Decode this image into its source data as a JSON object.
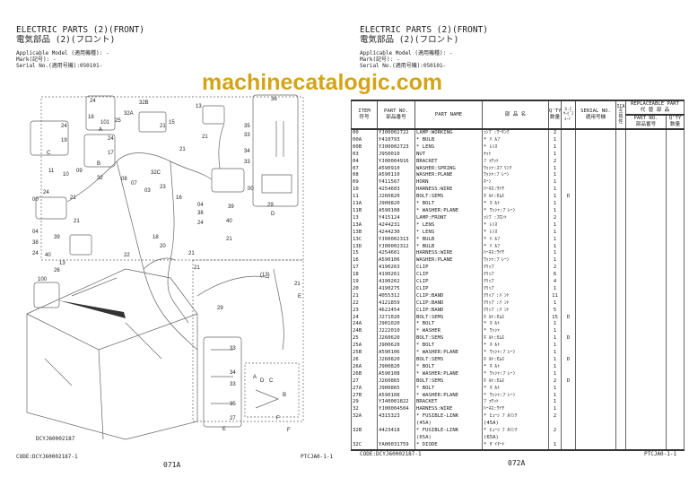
{
  "left_page": {
    "title_en": "ELECTRIC PARTS (2)(FRONT)",
    "title_jp": "電気部品 (2)(フロント)",
    "applicable_model": "Applicable Model (適用機種): -",
    "mark": "Mark(記号): -",
    "serial_no": "Serial No.(適用号機):050101-",
    "diagram_code": "DCYJ60002187",
    "code": "CODE:DCYJ60002187-1",
    "ref": "PTCJA0-1-1",
    "page_number": "071A",
    "callouts": [
      "24",
      "18",
      "A",
      "24",
      "19",
      "C",
      "24",
      "17",
      "B",
      "32B",
      "32A",
      "101",
      "25",
      "21",
      "15",
      "13",
      "21",
      "21",
      "36",
      "35",
      "33",
      "34",
      "33",
      "29",
      "D",
      "11",
      "10",
      "09",
      "32",
      "08",
      "07",
      "03",
      "32C",
      "23",
      "00",
      "16",
      "04",
      "39",
      "38",
      "24",
      "40",
      "24",
      "00",
      "21",
      "21",
      "04",
      "39",
      "38",
      "24",
      "40",
      "13",
      "18",
      "20",
      "22",
      "21",
      "21",
      "21",
      "100",
      "26",
      "29",
      "21",
      "E",
      "(13)",
      "33",
      "34",
      "33",
      "35",
      "27",
      "E",
      "A",
      "D",
      "C",
      "B",
      "F",
      "F"
    ]
  },
  "right_page": {
    "title_en": "ELECTRIC PARTS (2)(FRONT)",
    "title_jp": "電気部品 (2)(フロント)",
    "applicable_model": "Applicable Model (適用機種): -",
    "mark": "Mark(記号): -",
    "serial_no": "Serial No.(適用号機):050101-",
    "code": "CODE:DCYJ60002187-1",
    "ref": "PTCJA0-1-1",
    "page_number": "072A",
    "headers": {
      "item": "ITEM\n符号",
      "part_no": "PART NO.\n部品番号",
      "part_name": "PART NAME",
      "part_name_jp": "部 品 名",
      "qty": "Q'TY\n数量",
      "sc": "S.C\nｻｰﾋﾞｽ\nｺｰﾄﾞ",
      "serial_no": "SERIAL NO.\n適用号機",
      "ica": "ICA\n互\n換\n性",
      "replaceable": "REPLACEABLE PART\n代 替 部 品",
      "rep_part_no": "PART NO.\n部品番号",
      "rep_qty": "Q'TY\n数量"
    },
    "rows": [
      [
        "00",
        "YJ00002722",
        "LAMP:WORKING",
        "ﾗﾝﾌﾟ:ﾜｰｷﾝｸﾞ",
        "2",
        ""
      ],
      [
        "00A",
        "Y410793",
        "* BULB",
        "* ﾊﾞﾙﾌﾞ",
        "1",
        ""
      ],
      [
        "00B",
        "YJ00002723",
        "* LENS",
        "* ﾚﾝｽﾞ",
        "1",
        ""
      ],
      [
        "03",
        "J950010",
        "NUT",
        "ﾅｯﾄ",
        "1",
        ""
      ],
      [
        "04",
        "YJ00004916",
        "BRACKET",
        "ﾌﾞﾗｹｯﾄ",
        "2",
        ""
      ],
      [
        "07",
        "A590910",
        "WASHER:SPRING",
        "ﾜｯｼｬ:ｽﾌﾟﾘﾝｸﾞ",
        "1",
        ""
      ],
      [
        "08",
        "A590110",
        "WASHER:PLANE",
        "ﾜｯｼｬ:ﾌﾟﾚｰﾝ",
        "1",
        ""
      ],
      [
        "09",
        "Y411567",
        "HORN",
        "ﾎｰﾝ",
        "1",
        ""
      ],
      [
        "10",
        "4254603",
        "HARNESS:WIRE",
        "ﾊｰﾈｽ:ﾜｲﾔ",
        "1",
        ""
      ],
      [
        "11",
        "J260820",
        "BOLT:SEMS",
        "ﾎﾞﾙﾄ:ｾﾑｽ",
        "1",
        "D"
      ],
      [
        "11A",
        "J900820",
        "* BOLT",
        "* ﾎﾞﾙﾄ",
        "1",
        ""
      ],
      [
        "11B",
        "A590108",
        "* WASHER:PLANE",
        "* ﾜｯｼｬ:ﾌﾟﾚｰﾝ",
        "1",
        ""
      ],
      [
        "13",
        "Y415124",
        "LAMP:FRONT",
        "ﾗﾝﾌﾟ:ﾌﾛﾝﾄ",
        "2",
        ""
      ],
      [
        "13A",
        "4244231",
        "* LENS",
        "* ﾚﾝｽﾞ",
        "1",
        ""
      ],
      [
        "13B",
        "4244230",
        "* LENS",
        "* ﾚﾝｽﾞ",
        "1",
        ""
      ],
      [
        "13C",
        "YJ00002313",
        "* BULB",
        "* ﾊﾞﾙﾌﾞ",
        "1",
        ""
      ],
      [
        "13D",
        "YJ00002312",
        "* BULB",
        "* ﾊﾞﾙﾌﾞ",
        "1",
        ""
      ],
      [
        "15",
        "4254601",
        "HARNESS:WIRE",
        "ﾊｰﾈｽ:ﾜｲﾔ",
        "1",
        ""
      ],
      [
        "16",
        "A590106",
        "WASHER:PLANE",
        "ﾜｯｼｬ:ﾌﾟﾚｰﾝ",
        "1",
        ""
      ],
      [
        "17",
        "4190263",
        "CLIP",
        "ｸﾘｯﾌﾟ",
        "2",
        ""
      ],
      [
        "18",
        "4190261",
        "CLIP",
        "ｸﾘｯﾌﾟ",
        "6",
        ""
      ],
      [
        "19",
        "4190262",
        "CLIP",
        "ｸﾘｯﾌﾟ",
        "4",
        ""
      ],
      [
        "20",
        "4190275",
        "CLIP",
        "ｸﾘｯﾌﾟ",
        "1",
        ""
      ],
      [
        "21",
        "4055312",
        "CLIP:BAND",
        "ｸﾘｯﾌﾟ:ﾊﾞﾝﾄﾞ",
        "11",
        ""
      ],
      [
        "22",
        "4121859",
        "CLIP:BAND",
        "ｸﾘｯﾌﾟ:ﾊﾞﾝﾄﾞ",
        "1",
        ""
      ],
      [
        "23",
        "4622454",
        "CLIP:BAND",
        "ｸﾘｯﾌﾟ:ﾊﾞﾝﾄﾞ",
        "5",
        ""
      ],
      [
        "24",
        "J271020",
        "BOLT:SEMS",
        "ﾎﾞﾙﾄ:ｾﾑｽ",
        "15",
        "D"
      ],
      [
        "24A",
        "J901020",
        "* BOLT",
        "* ﾎﾞﾙﾄ",
        "1",
        ""
      ],
      [
        "24B",
        "J222010",
        "* WASHER",
        "* ﾜｯｼｬ",
        "1",
        ""
      ],
      [
        "25",
        "J260620",
        "BOLT:SEMS",
        "ﾎﾞﾙﾄ:ｾﾑｽ",
        "1",
        "D"
      ],
      [
        "25A",
        "J900620",
        "* BOLT",
        "* ﾎﾞﾙﾄ",
        "1",
        ""
      ],
      [
        "25B",
        "A590106",
        "* WASHER:PLANE",
        "* ﾜｯｼｬ:ﾌﾟﾚｰﾝ",
        "1",
        ""
      ],
      [
        "26",
        "J260820",
        "BOLT:SEMS",
        "ﾎﾞﾙﾄ:ｾﾑｽ",
        "1",
        "D"
      ],
      [
        "26A",
        "J900820",
        "* BOLT",
        "* ﾎﾞﾙﾄ",
        "1",
        ""
      ],
      [
        "26B",
        "A590108",
        "* WASHER:PLANE",
        "* ﾜｯｼｬ:ﾌﾟﾚｰﾝ",
        "1",
        ""
      ],
      [
        "27",
        "J260865",
        "BOLT:SEMS",
        "ﾎﾞﾙﾄ:ｾﾑｽ",
        "2",
        "D"
      ],
      [
        "27A",
        "J900865",
        "* BOLT",
        "* ﾎﾞﾙﾄ",
        "1",
        ""
      ],
      [
        "27B",
        "A590108",
        "* WASHER:PLANE",
        "* ﾜｯｼｬ:ﾌﾟﾚｰﾝ",
        "1",
        ""
      ],
      [
        "29",
        "YJ40001822",
        "BRACKET",
        "ﾌﾞﾗｹｯﾄ",
        "1",
        ""
      ],
      [
        "32",
        "YJ00004504",
        "HARNESS:WIRE",
        "ﾊｰﾈｽ:ﾜｲﾔ",
        "1",
        ""
      ],
      [
        "32A",
        "4315323",
        "* FUSIBLE-LINK",
        "* ﾋｭｰｼﾞﾌﾞﾙﾘﾝｸ",
        "2",
        ""
      ],
      [
        "",
        "",
        "(45A)",
        "(45A)",
        "",
        ""
      ],
      [
        "32B",
        "4423418",
        "* FUSIBLE-LINK",
        "* ﾋｭｰｼﾞﾌﾞﾙﾘﾝｸ",
        "2",
        ""
      ],
      [
        "",
        "",
        "(65A)",
        "(65A)",
        "",
        ""
      ],
      [
        "32C",
        "YA00031759",
        "* DIODE",
        "* ﾀﾞｲｵｰﾄﾞ",
        "1",
        ""
      ]
    ]
  },
  "watermark": "machinecatalogic.com",
  "colors": {
    "watermark": "#d4a418",
    "ink": "#222222"
  }
}
